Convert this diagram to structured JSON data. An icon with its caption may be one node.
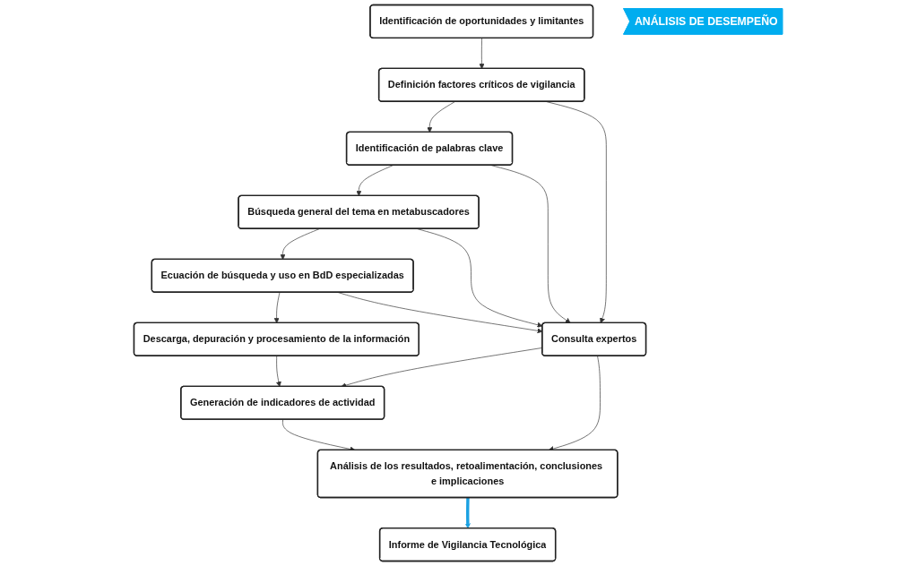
{
  "diagram": {
    "nodes": [
      {
        "text": [
          "Identificación de oportunidades y limitantes"
        ]
      },
      {
        "text": [
          "Definición factores críticos de vigilancia"
        ]
      },
      {
        "text": [
          "Identificación de palabras clave"
        ]
      },
      {
        "text": [
          "Búsqueda general del tema en metabuscadores"
        ]
      },
      {
        "text": [
          "Ecuación de búsqueda y uso en BdD especializadas"
        ]
      },
      {
        "text": [
          "Descarga, depuración y procesamiento de la información"
        ]
      },
      {
        "text": [
          "Generación de indicadores de actividad"
        ]
      },
      {
        "text": [
          "Análisis de los resultados, retoalimentación, conclusiones e implicaciones"
        ]
      },
      {
        "text": [
          "Informe de Vigilancia Tecnológica"
        ]
      },
      {
        "text": [
          "Consulta expertos"
        ]
      },
      {
        "text": [
          "ANÁLISIS DE DESEMPEÑO"
        ]
      }
    ],
    "edges": [
      {
        "from": 0,
        "to": 1,
        "arrow": "to"
      },
      {
        "from": 1,
        "to": 2,
        "arrow": "to"
      },
      {
        "from": 2,
        "to": 3,
        "arrow": "to"
      },
      {
        "from": 3,
        "to": 4,
        "arrow": "to"
      },
      {
        "from": 4,
        "to": 5,
        "arrow": "to"
      },
      {
        "from": 5,
        "to": 6,
        "arrow": "to"
      },
      {
        "from": 6,
        "to": 7,
        "arrow": "to"
      },
      {
        "from": 7,
        "to": 8,
        "arrow": "to",
        "style": "thick",
        "color": "#1ba1e2"
      },
      {
        "from": 1,
        "to": 9,
        "arrow": "to"
      },
      {
        "from": 2,
        "to": 9,
        "arrow": "to"
      },
      {
        "from": 3,
        "to": 9,
        "arrow": "to"
      },
      {
        "from": 4,
        "to": 9,
        "arrow": "to"
      },
      {
        "from": 9,
        "to": 6,
        "arrow": "to"
      },
      {
        "from": 9,
        "to": 7,
        "arrow": "to"
      }
    ]
  }
}
